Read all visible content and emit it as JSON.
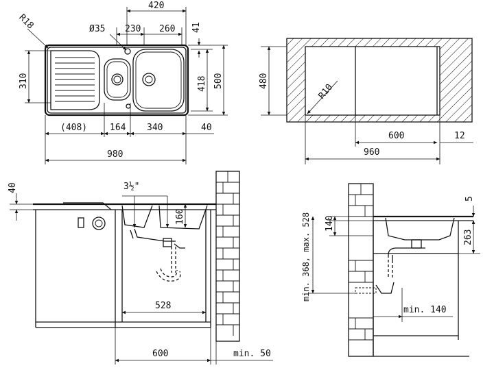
{
  "top_view": {
    "dim_420": "420",
    "dim_r18": "R18",
    "dim_d35": "Ø35",
    "dim_230": "230",
    "dim_260": "260",
    "dim_41": "41",
    "dim_310": "310",
    "dim_418": "418",
    "dim_500": "500",
    "dim_408": "(408)",
    "dim_164": "164",
    "dim_340": "340",
    "dim_40": "40",
    "dim_980": "980"
  },
  "cutout_view": {
    "dim_480": "480",
    "dim_r10": "R10",
    "dim_600": "600",
    "dim_12": "12",
    "dim_960": "960"
  },
  "front_view": {
    "dim_40": "40",
    "dim_pipe": "3½\"",
    "dim_160": "160",
    "dim_528": "528",
    "dim_600": "600",
    "dim_min50": "min. 50"
  },
  "side_view": {
    "dim_5": "5",
    "dim_140": "140",
    "dim_263": "263",
    "dim_range": "min. 368, max. 528",
    "dim_min140": "min. 140"
  }
}
